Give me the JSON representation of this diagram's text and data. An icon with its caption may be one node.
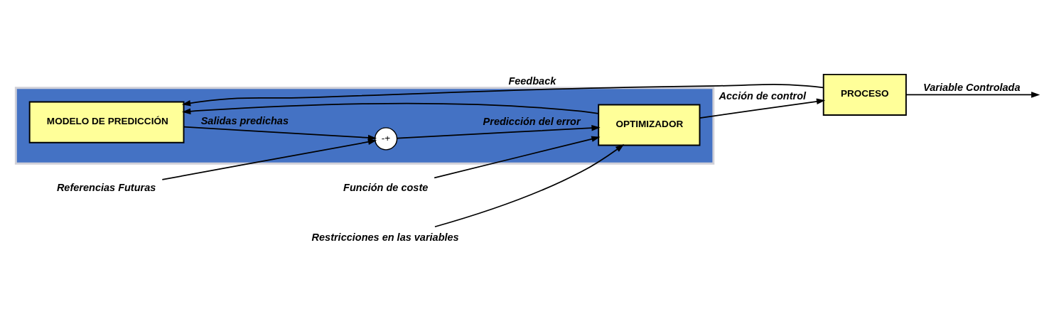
{
  "diagram": {
    "nodes": [
      {
        "text": [],
        "shape": "box"
      },
      {
        "text": [
          "Referencias Futuras"
        ]
      },
      {
        "text": [
          "Función de coste"
        ]
      },
      {
        "text": [
          "Restricciones en las variables"
        ]
      },
      {
        "text": [
          "MODELO DE PREDICCIÓN"
        ],
        "in": 0
      },
      {
        "text": [
          "-+"
        ],
        "in": 0
      },
      {
        "text": [
          "OPTIMIZADOR"
        ],
        "in": 0
      },
      {
        "text": [
          "PROCESO"
        ]
      }
    ],
    "edges": [
      {
        "from": 1,
        "to": 5,
        "arrow": "to"
      },
      {
        "from": 2,
        "to": 6,
        "arrow": "to"
      },
      {
        "from": 3,
        "to": 6,
        "arrow": "to"
      },
      {
        "from": 4,
        "to": 5,
        "arrow": "to",
        "label": "Salidas predichas"
      },
      {
        "from": 5,
        "to": 6,
        "arrow": "to",
        "label": "Predicción del error"
      },
      {
        "from": 6,
        "to": 7,
        "arrow": "to",
        "label": "Acción de control"
      },
      {
        "from": 7,
        "to": null,
        "arrow": "to",
        "label": "Variable Controlada"
      },
      {
        "from": 6,
        "to": 4,
        "arrow": "to"
      },
      {
        "from": 7,
        "to": 4,
        "arrow": "to",
        "label": "Feedback"
      }
    ]
  }
}
